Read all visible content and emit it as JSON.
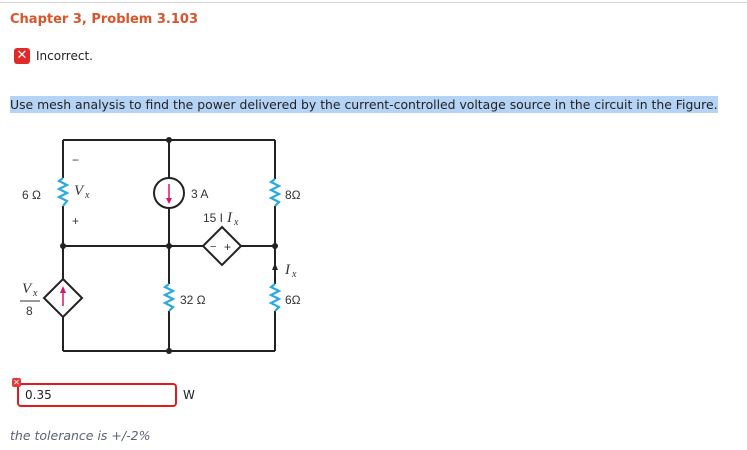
{
  "header": {
    "title": "Chapter 3, Problem 3.103"
  },
  "status": {
    "icon": "x-icon",
    "text": "Incorrect."
  },
  "question": {
    "text": "Use mesh analysis to find the power delivered by the current-controlled voltage source in the circuit in the Figure."
  },
  "circuit": {
    "r_left": "6 Ω",
    "vx": "V",
    "vx_sub": "x",
    "minus": "−",
    "plus": "+",
    "isrc": "3 A",
    "r_top_right": "8Ω",
    "ccvs": "15 I",
    "ccvs_sub": "x",
    "ix": "I",
    "ix_sub": "x",
    "r_mid": "32 Ω",
    "r_bot_right": "6Ω",
    "vccs_num": "V",
    "vccs_num_sub": "x",
    "vccs_den": "8",
    "accent_wire": "#222222",
    "resistor_color": "#2aa9e0",
    "arrow_color": "#e0106e"
  },
  "answer": {
    "value": "0.35",
    "unit": "W",
    "tolerance": "the tolerance is +/-2%"
  }
}
